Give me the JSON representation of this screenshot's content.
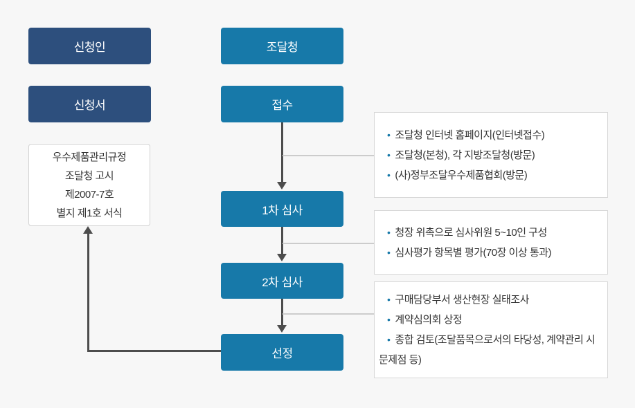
{
  "left_column": {
    "applicant_label": "신청인",
    "application_label": "신청서",
    "regulation_lines": [
      "우수제품관리규정",
      "조달청 고시",
      "제2007-7호",
      "별지 제1호 서식"
    ]
  },
  "flow": {
    "agency_label": "조달청",
    "step_receipt": "접수",
    "step_first_review": "1차 심사",
    "step_second_review": "2차 심사",
    "step_selection": "선정"
  },
  "notes": [
    {
      "items": [
        "조달청 인터넷 홈페이지(인터넷접수)",
        "조달청(본청), 각 지방조달청(방문)",
        "(사)정부조달우수제품협회(방문)"
      ]
    },
    {
      "items": [
        "청장 위촉으로 심사위원 5~10인 구성",
        "심사평가 항목별 평가(70장 이상 통과)"
      ]
    },
    {
      "items": [
        "구매담당부서 생산현장 실태조사",
        "계약심의회 상정",
        "종합 검토(조달품목으로서의 타당성, 계약관리 시 문제점 등)"
      ]
    }
  ],
  "icons": {
    "bullet": "•"
  },
  "colors": {
    "background": "#f7f7f7",
    "navy_box": "#2d4f7d",
    "blue_box": "#1779a9",
    "arrow": "#4d4d4d",
    "connector": "#cccccc",
    "note_border": "#d6d6d6",
    "text_dark": "#333333",
    "bullet": "#1779a9"
  }
}
